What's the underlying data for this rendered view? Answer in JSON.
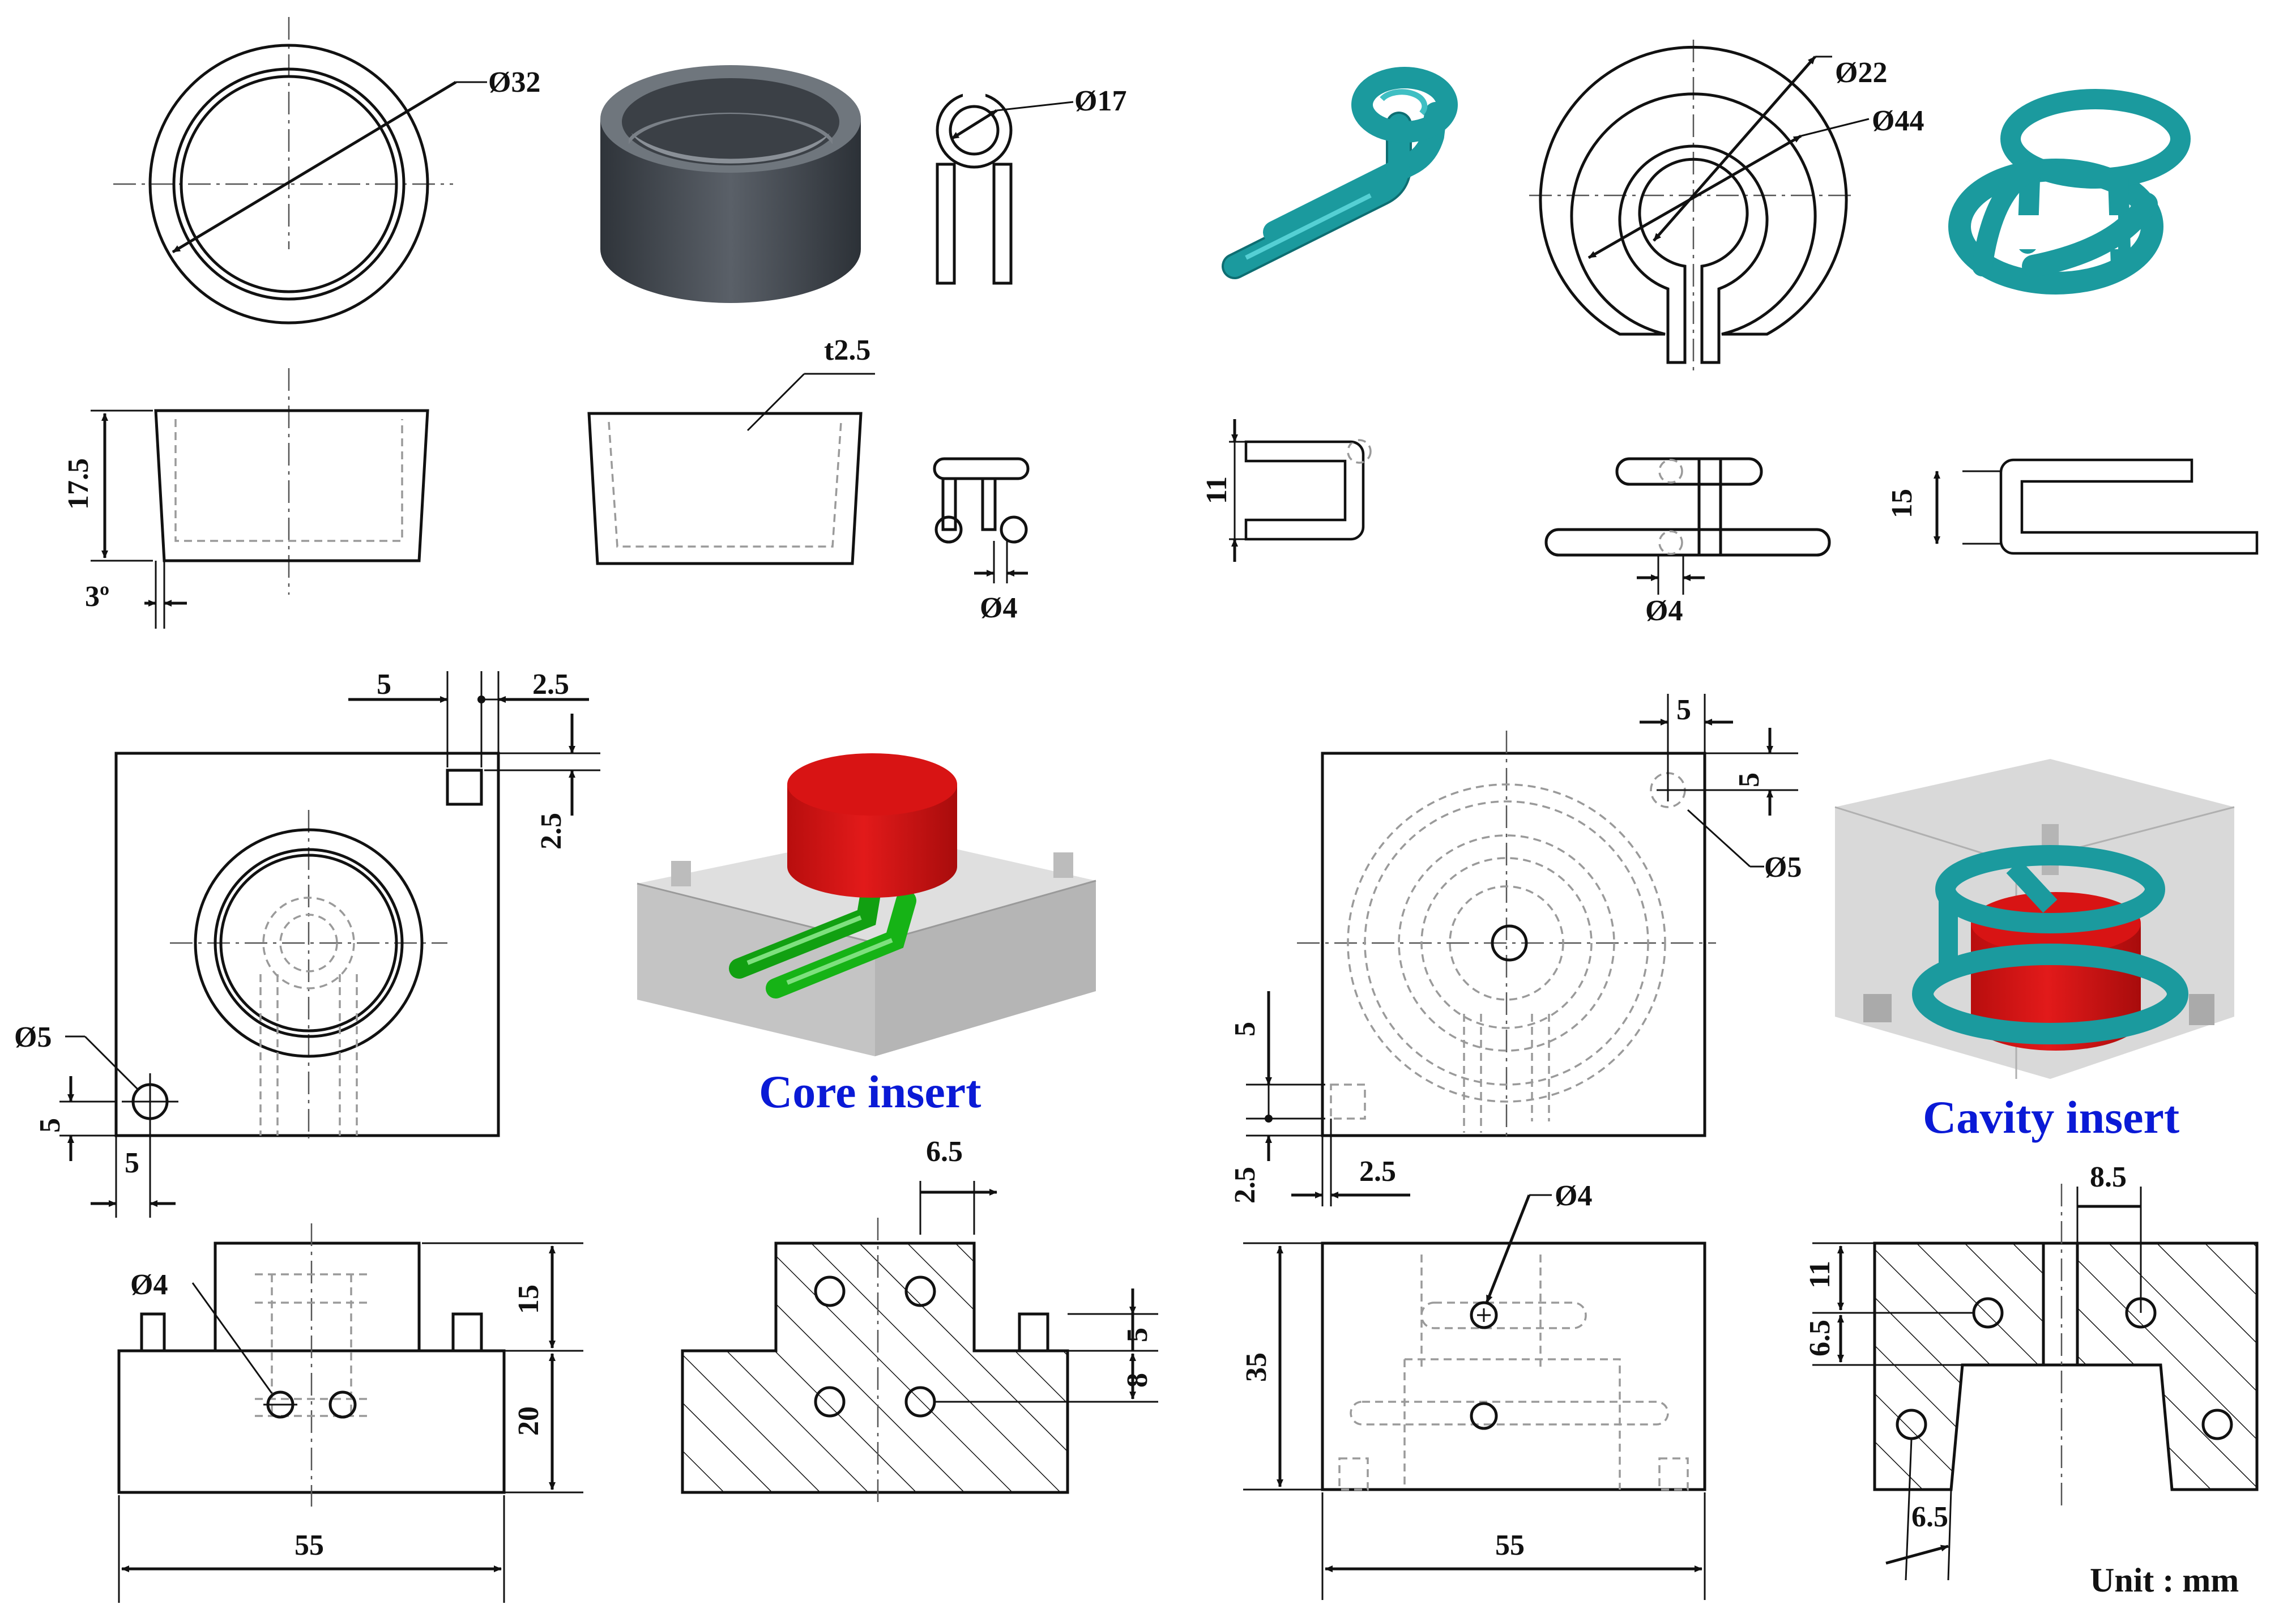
{
  "colors": {
    "cooling_channel": "#1b9a9e",
    "core_cooling_channel": "#16b316",
    "part": "#d81414",
    "mold_block": "#c9c9c9",
    "product_3d": "#4a5057",
    "caption": "#0a1ad6"
  },
  "labels": {
    "core_insert": "Core insert",
    "cavity_insert": "Cavity insert",
    "unit": "Unit : mm"
  },
  "dims": {
    "d32": "Ø32",
    "d17": "Ø17",
    "d22": "Ø22",
    "d44": "Ø44",
    "h17_5": "17.5",
    "t2_5": "t2.5",
    "ang3": "3º",
    "d4_a": "Ø4",
    "v11": "11",
    "d4_b": "Ø4",
    "v15": "15",
    "core_top_5": "5",
    "core_top_2_5": "2.5",
    "core_right_2_5": "2.5",
    "core_d5": "Ø5",
    "core_bot_5v": "5",
    "core_bot_5h": "5",
    "core_sec_6_5": "6.5",
    "core_sec_5": "5",
    "core_sec_8": "8",
    "core_side_d4": "Ø4",
    "core_side_15": "15",
    "core_side_20": "20",
    "core_side_55": "55",
    "cav_top_5h": "5",
    "cav_top_5v": "5",
    "cav_d5": "Ø5",
    "cav_left_5": "5",
    "cav_left_2_5v": "2.5",
    "cav_left_2_5h": "2.5",
    "cav_d4": "Ø4",
    "cav_35": "35",
    "cav_55": "55",
    "cav_8_5": "8.5",
    "cav_11": "11",
    "cav_6_5v": "6.5",
    "cav_6_5h": "6.5"
  }
}
